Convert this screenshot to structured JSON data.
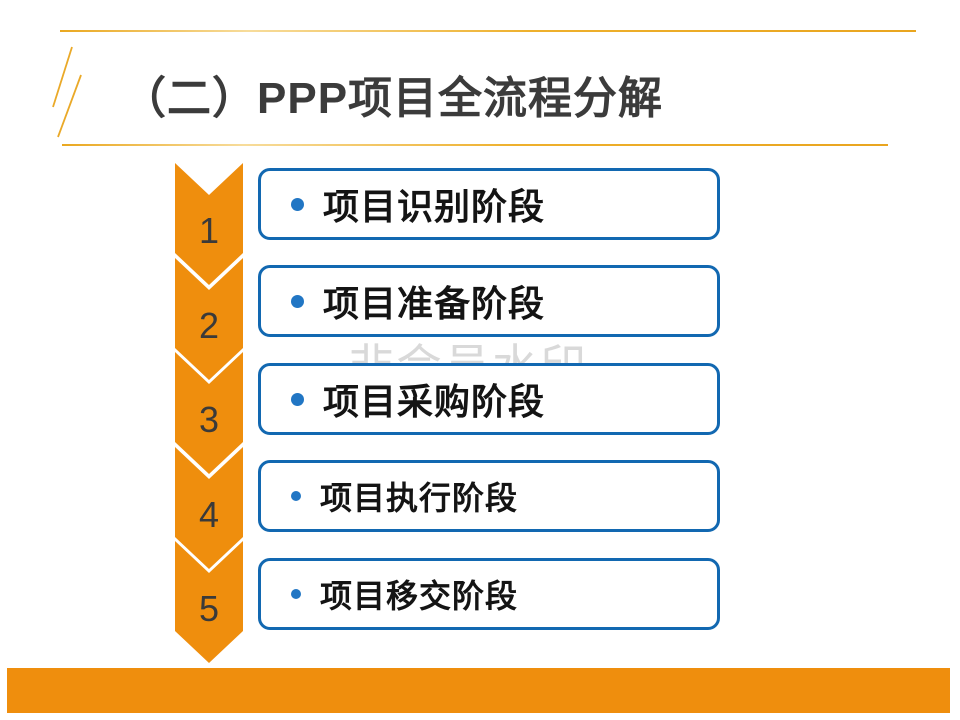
{
  "slide": {
    "title": "（二）PPP项目全流程分解",
    "watermark": "非会员水印"
  },
  "colors": {
    "orange": "#ef8e0d",
    "gold": "#eaaa28",
    "box_border_blue": "#1268b1",
    "bullet_blue": "#2176c4",
    "title_text": "#3b3b3b",
    "number_text": "#3a3a3a",
    "label_text": "#141414",
    "watermark_gray": "#d9d9d9"
  },
  "stages": [
    {
      "number": "1",
      "label": "项目识别阶段"
    },
    {
      "number": "2",
      "label": "项目准备阶段"
    },
    {
      "number": "3",
      "label": "项目采购阶段"
    },
    {
      "number": "4",
      "label": "项目执行阶段"
    },
    {
      "number": "5",
      "label": "项目移交阶段"
    }
  ]
}
